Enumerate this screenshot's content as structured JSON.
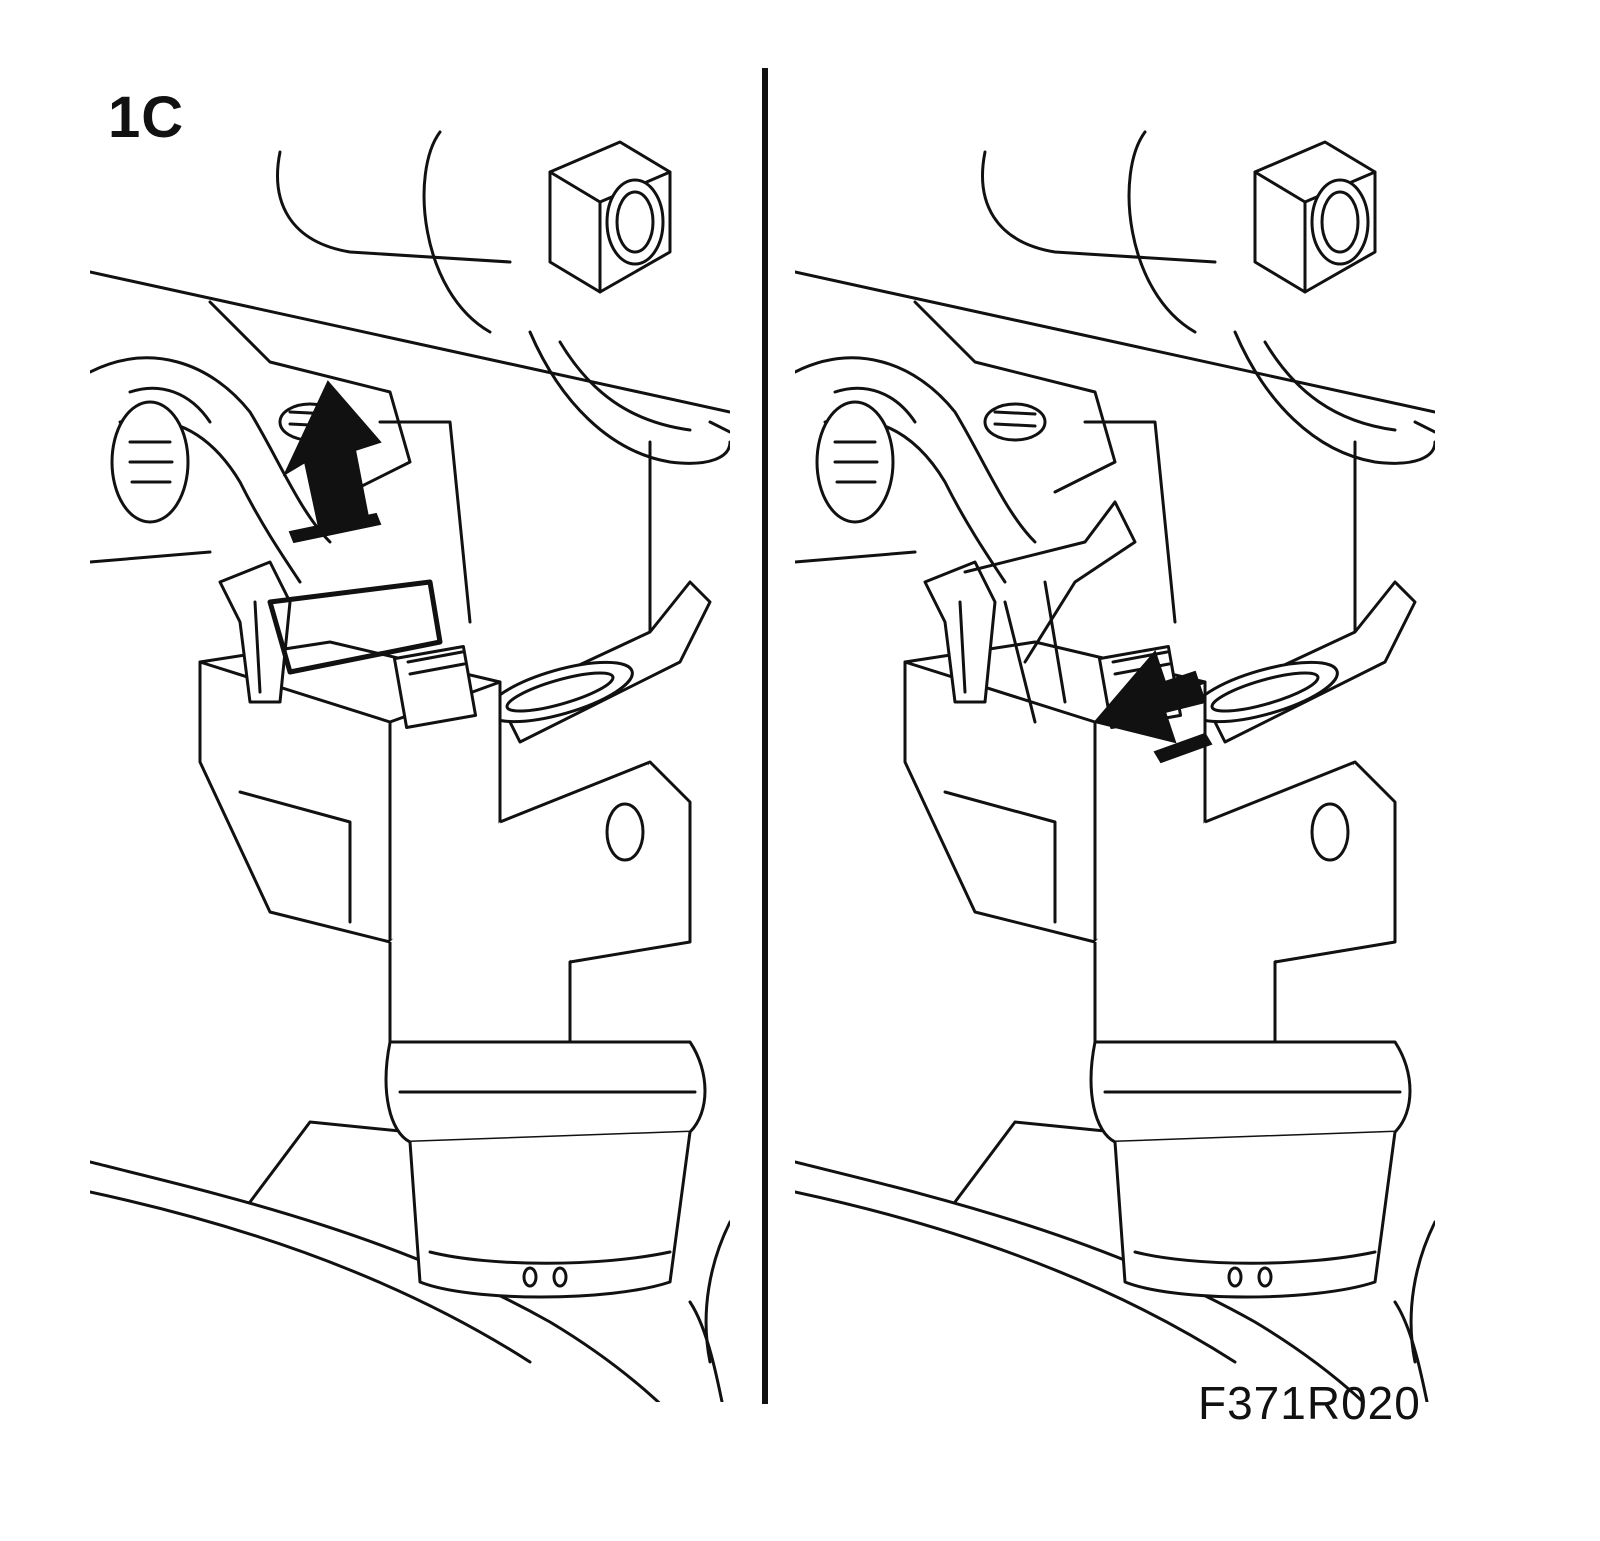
{
  "figure": {
    "step_label": "1C",
    "figure_code": "F371R020",
    "panels": [
      {
        "id": "left",
        "arrow": "up"
      },
      {
        "id": "right",
        "arrow": "in"
      }
    ],
    "colors": {
      "line": "#111111",
      "background": "#ffffff"
    }
  }
}
